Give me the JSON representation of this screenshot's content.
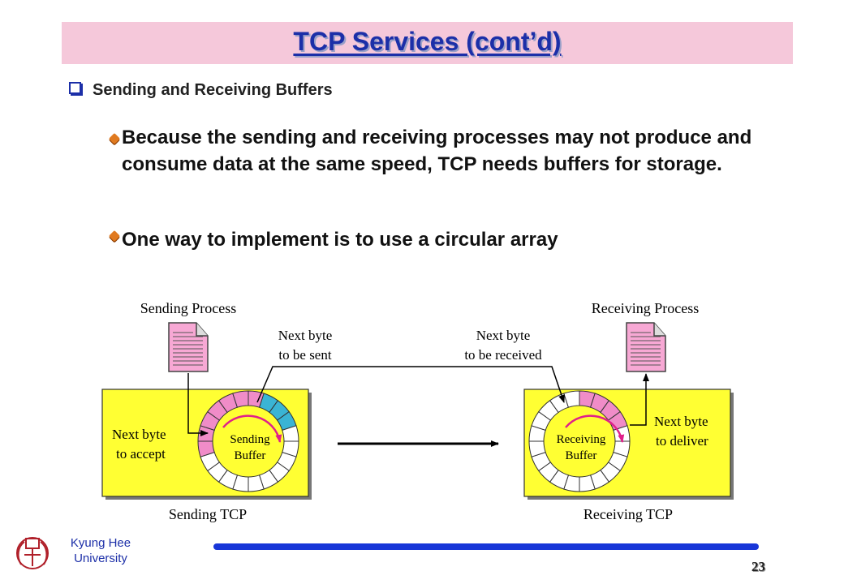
{
  "title": "TCP Services (cont’d)",
  "subheading": "Sending and Receiving Buffers",
  "bullets": [
    "Because the sending and receiving processes may not produce and consume data at the same speed, TCP needs buffers for storage.",
    "One way to implement is to use a circular array"
  ],
  "diagram": {
    "sending_process": "Sending Process",
    "receiving_process": "Receiving Process",
    "next_byte_sent_1": "Next byte",
    "next_byte_sent_2": "to be sent",
    "next_byte_recv_1": "Next byte",
    "next_byte_recv_2": "to be received",
    "next_accept_1": "Next byte",
    "next_accept_2": "to accept",
    "next_deliver_1": "Next byte",
    "next_deliver_2": "to deliver",
    "sending_buffer_1": "Sending",
    "sending_buffer_2": "Buffer",
    "receiving_buffer_1": "Receiving",
    "receiving_buffer_2": "Buffer",
    "sending_tcp": "Sending TCP",
    "receiving_tcp": "Receiving TCP"
  },
  "footer": {
    "university_line1": "Kyung Hee",
    "university_line2": "University",
    "page_number": "23"
  },
  "colors": {
    "title_band": "#f5c8da",
    "title_text": "#1c2fa8",
    "tcp_box": "#ffff33",
    "filled_slot_pink": "#f08cc8",
    "sent_slot_cyan": "#3ab4d4",
    "footer_bar": "#1836d8"
  }
}
